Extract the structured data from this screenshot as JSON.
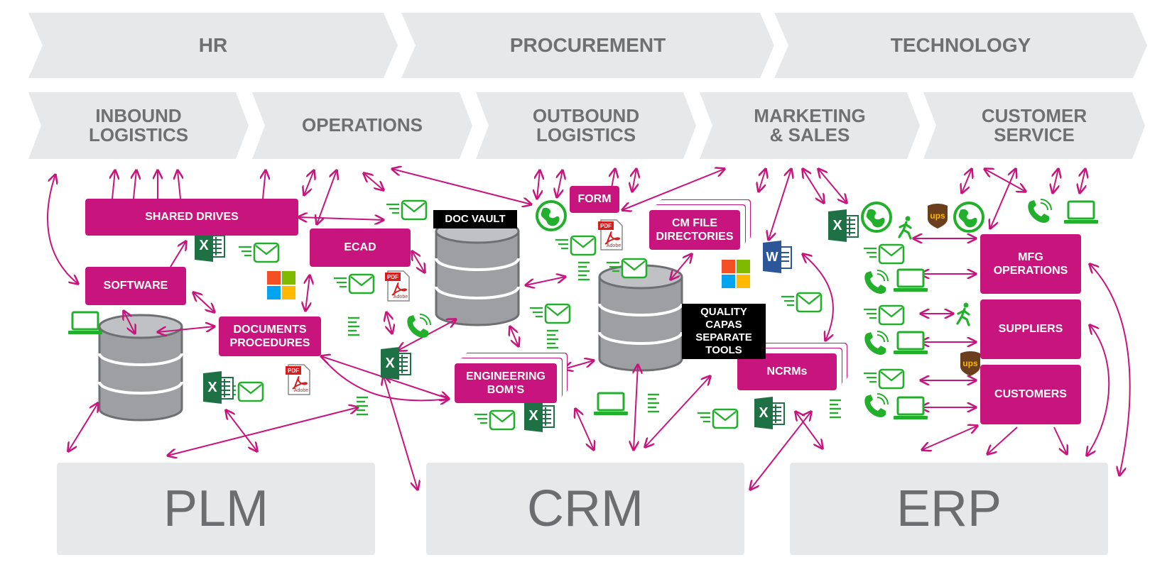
{
  "activities_support": [
    {
      "label": "HR"
    },
    {
      "label": "PROCUREMENT"
    },
    {
      "label": "TECHNOLOGY"
    }
  ],
  "activities_primary": [
    {
      "label": "INBOUND\nLOGISTICS"
    },
    {
      "label": "OPERATIONS"
    },
    {
      "label": "OUTBOUND\nLOGISTICS"
    },
    {
      "label": "MARKETING\n& SALES"
    },
    {
      "label": "CUSTOMER\nSERVICE"
    }
  ],
  "systems": [
    {
      "label": "PLM"
    },
    {
      "label": "CRM"
    },
    {
      "label": "ERP"
    }
  ],
  "boxes": {
    "shared_drives": "SHARED DRIVES",
    "software": "SOFTWARE",
    "ecad": "ECAD",
    "documents_procedures": "DOCUMENTS\nPROCEDURES",
    "form": "FORM",
    "cm_file_directories": "CM FILE\nDIRECTORIES",
    "engineering_boms": "ENGINEERING\nBOM’S",
    "ncrms": "NCRMs",
    "mfg_operations": "MFG\nOPERATIONS",
    "suppliers": "SUPPLIERS",
    "customers": "CUSTOMERS"
  },
  "labels": {
    "doc_vault": "DOC VAULT",
    "quality_capas": "QUALITY CAPAS\nSEPARATE\nTOOLS"
  },
  "icon_text": {
    "excel": "X",
    "word": "W",
    "pdf": "PDF",
    "adobe": "Adobe",
    "ups": "ups"
  },
  "colors": {
    "magenta": "#c8147d",
    "green": "#22b02c",
    "excel_green": "#1e7145",
    "word_blue": "#2b579a",
    "chevron_gray": "#e7e8ea",
    "text_gray": "#6e7074"
  }
}
